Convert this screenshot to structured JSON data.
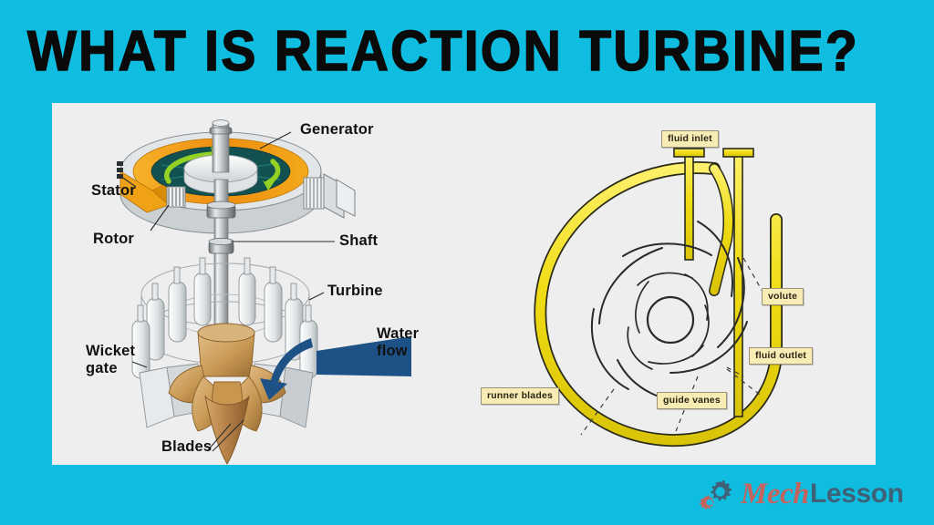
{
  "slide": {
    "title": "What is Reaction Turbine?",
    "background_color": "#0FBDE0",
    "panel_color": "#EEEEEE"
  },
  "figure_left": {
    "name": "reaction-turbine-cutaway",
    "labels": {
      "generator": "Generator",
      "stator": "Stator",
      "rotor": "Rotor",
      "shaft": "Shaft",
      "turbine": "Turbine",
      "wicket_gate": "Wicket\ngate",
      "water_flow": "Water\nflow",
      "blades": "Blades"
    },
    "colors": {
      "generator_outer": "#F2A314",
      "generator_inner": "#12514F",
      "arrow_green": "#93D124",
      "runner_bronze": "#D1A05C",
      "water_blue": "#1E5286",
      "metal_gray": "#C9CCCE"
    }
  },
  "figure_right": {
    "name": "volute-casing-diagram",
    "labels": {
      "fluid_inlet": "fluid inlet",
      "volute": "volute",
      "fluid_outlet": "fluid outlet",
      "runner_blades": "runner blades",
      "guide_vanes": "guide vanes"
    },
    "colors": {
      "volute_yellow": "#F0DC14",
      "callout_fill": "#F7ECB4",
      "callout_border": "#9A9178"
    },
    "runner_blade_count": 7
  },
  "logo": {
    "mech": "Mech",
    "lesson": "Lesson",
    "gear_large_color": "#3F6177",
    "gear_small_color": "#C4645F"
  }
}
